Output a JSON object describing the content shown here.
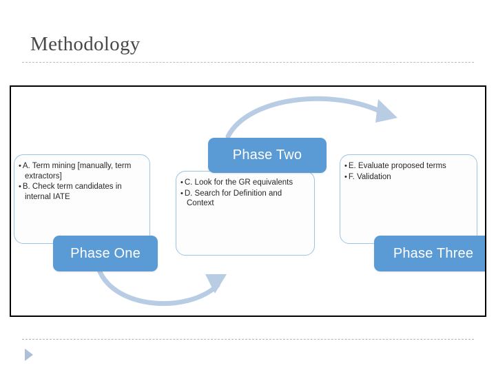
{
  "slide": {
    "title": "Methodology"
  },
  "colors": {
    "label_blue": "#5B9BD5",
    "arrow_blue": "#B8CCE4",
    "box_border_blue": "#9DC3E6",
    "title_gray": "#484848",
    "frame_black": "#000000",
    "nav_icon_blue": "#ADC0D8"
  },
  "diagram": {
    "type": "cycle-process",
    "phases": [
      {
        "label": "Phase One",
        "items": [
          "A. Term mining [manually, term extractors]",
          "B. Check term candidates in internal IATE"
        ]
      },
      {
        "label": "Phase Two",
        "items": [
          "C. Look for the GR equivalents",
          "D. Search for Definition and Context"
        ]
      },
      {
        "label": "Phase Three",
        "items": [
          "E. Evaluate proposed terms",
          "F. Validation"
        ]
      }
    ],
    "arrows": [
      {
        "name": "arrow-phase-one-to-phase-two",
        "direction": "left-to-right-curving-down"
      },
      {
        "name": "arrow-phase-two-to-phase-three",
        "direction": "left-to-right-curving-up"
      }
    ]
  },
  "footer": {
    "next_icon": "play-triangle-icon"
  }
}
